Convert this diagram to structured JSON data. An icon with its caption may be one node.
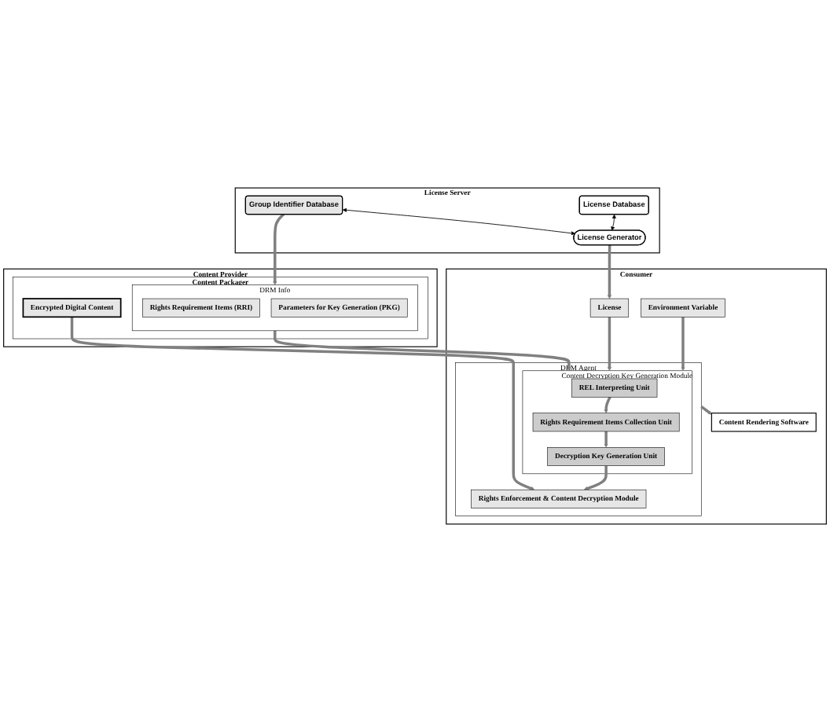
{
  "diagram": {
    "nodes": [
      {
        "text": [
          "License Server"
        ]
      },
      {
        "text": [
          "License Database"
        ],
        "in": 0
      },
      {
        "text": [
          "License Generator"
        ],
        "in": 0
      },
      {
        "text": [
          "Group Identifier Database"
        ],
        "in": 0
      },
      {
        "text": [
          "Content Provider"
        ]
      },
      {
        "text": [
          "Content Packager"
        ],
        "in": 4
      },
      {
        "text": [
          "DRM Info"
        ],
        "in": 5
      },
      {
        "text": [
          "Rights Requirement Items (RRI)"
        ],
        "in": 6
      },
      {
        "text": [
          "Parameters for Key Generation (PKG)"
        ],
        "in": 6
      },
      {
        "text": [
          "Encrypted Digital Content"
        ],
        "in": 5
      },
      {
        "text": [
          "Consumer"
        ]
      },
      {
        "text": [
          "Environment Variable"
        ],
        "in": 10
      },
      {
        "text": [
          "License"
        ],
        "in": 10
      },
      {
        "text": [
          "DRM Agent"
        ],
        "in": 10
      },
      {
        "text": [
          "Content Decryption Key Generation Module"
        ],
        "in": 13
      },
      {
        "text": [
          "REL Interpreting Unit"
        ],
        "in": 14
      },
      {
        "text": [
          "Rights Requirement Items Collection Unit"
        ],
        "in": 14
      },
      {
        "text": [
          "Decryption Key Generation Unit"
        ],
        "in": 14
      },
      {
        "text": [
          "Rights Enforcement & Content Decryption Module"
        ],
        "in": 13
      },
      {
        "text": [
          "Content Rendering Software"
        ],
        "in": 10
      }
    ],
    "edges": [
      {
        "from": 1,
        "to": 2,
        "arrow": "both",
        "color": "#000000"
      },
      {
        "from": 3,
        "to": 2,
        "arrow": "both",
        "color": "#000000"
      },
      {
        "from": 3,
        "to": 6,
        "arrow": "to"
      },
      {
        "from": 2,
        "to": 12,
        "arrow": "to"
      },
      {
        "from": 11,
        "to": 14,
        "arrow": "to"
      },
      {
        "from": 12,
        "to": 14,
        "arrow": "to"
      },
      {
        "from": 6,
        "to": 14,
        "arrow": "to"
      },
      {
        "from": 15,
        "to": 16,
        "arrow": "to"
      },
      {
        "from": 16,
        "to": 17,
        "arrow": "to"
      },
      {
        "from": 17,
        "to": 18,
        "arrow": "to"
      },
      {
        "from": 9,
        "to": 18,
        "arrow": "to"
      },
      {
        "from": 13,
        "to": 19,
        "arrow": "to"
      }
    ]
  }
}
